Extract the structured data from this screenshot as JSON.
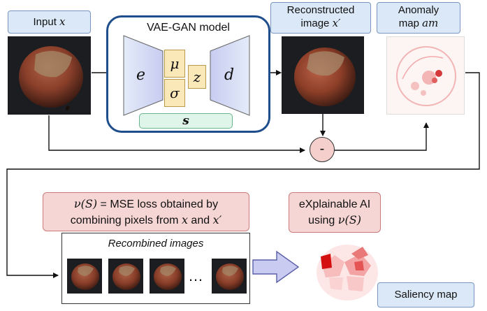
{
  "input_label": {
    "text": "Input ",
    "var": "x"
  },
  "vae_title": "VAE-GAN model",
  "encoder": "e",
  "decoder": "d",
  "mu": "μ",
  "sigma": "σ",
  "z": "z",
  "s": "s",
  "recon_label": {
    "line1": "Reconstructed",
    "line2": "image ",
    "var": "x′"
  },
  "anomaly_label": {
    "line1": "Anomaly",
    "line2": "map ",
    "var": "am"
  },
  "minus": "-",
  "nu_box": {
    "sym": "ν(S)",
    "line1_rest": " = MSE loss obtained by",
    "line2_a": "combining pixels from ",
    "x": "x",
    "and": " and ",
    "xp": "x′"
  },
  "recombined_title": "Recombined images",
  "ellipsis": "…",
  "xai_label": {
    "line1": "eXplainable AI",
    "line2": "using ",
    "sym": "ν(S)"
  },
  "saliency_label": "Saliency map",
  "colors": {
    "label_blue": "#dbe8f7",
    "label_pink": "#f6d6d4",
    "vae_border": "#1f4e8c",
    "latent_yellow": "#fbe8b8",
    "s_green": "#dff5ea",
    "minus_circle": "#f4cfcc",
    "enc_dec": "#dcdcf4"
  }
}
